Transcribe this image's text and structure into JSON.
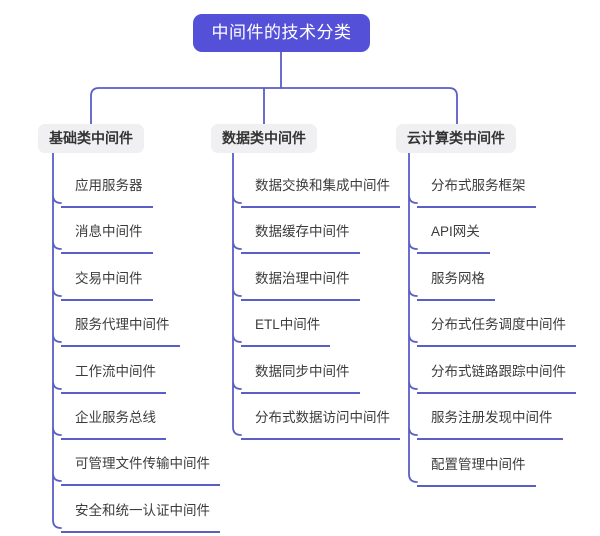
{
  "root": {
    "label": "中间件的技术分类"
  },
  "branches": [
    {
      "label": "基础类中间件",
      "children": [
        "应用服务器",
        "消息中间件",
        "交易中间件",
        "服务代理中间件",
        "工作流中间件",
        "企业服务总线",
        "可管理文件传输中间件",
        "安全和统一认证中间件"
      ]
    },
    {
      "label": "数据类中间件",
      "children": [
        "数据交换和集成中间件",
        "数据缓存中间件",
        "数据治理中间件",
        "ETL中间件",
        "数据同步中间件",
        "分布式数据访问中间件"
      ]
    },
    {
      "label": "云计算类中间件",
      "children": [
        "分布式服务框架",
        "API网关",
        "服务网格",
        "分布式任务调度中间件",
        "分布式链路跟踪中间件",
        "服务注册发现中间件",
        "配置管理中间件"
      ]
    }
  ],
  "colors": {
    "root_fill": "#5451d8",
    "line": "#5a5ec5",
    "header_bg": "#f0f0f2",
    "header_text": "#333333",
    "item_text": "#3c3c3c",
    "root_text": "#ffffff"
  }
}
